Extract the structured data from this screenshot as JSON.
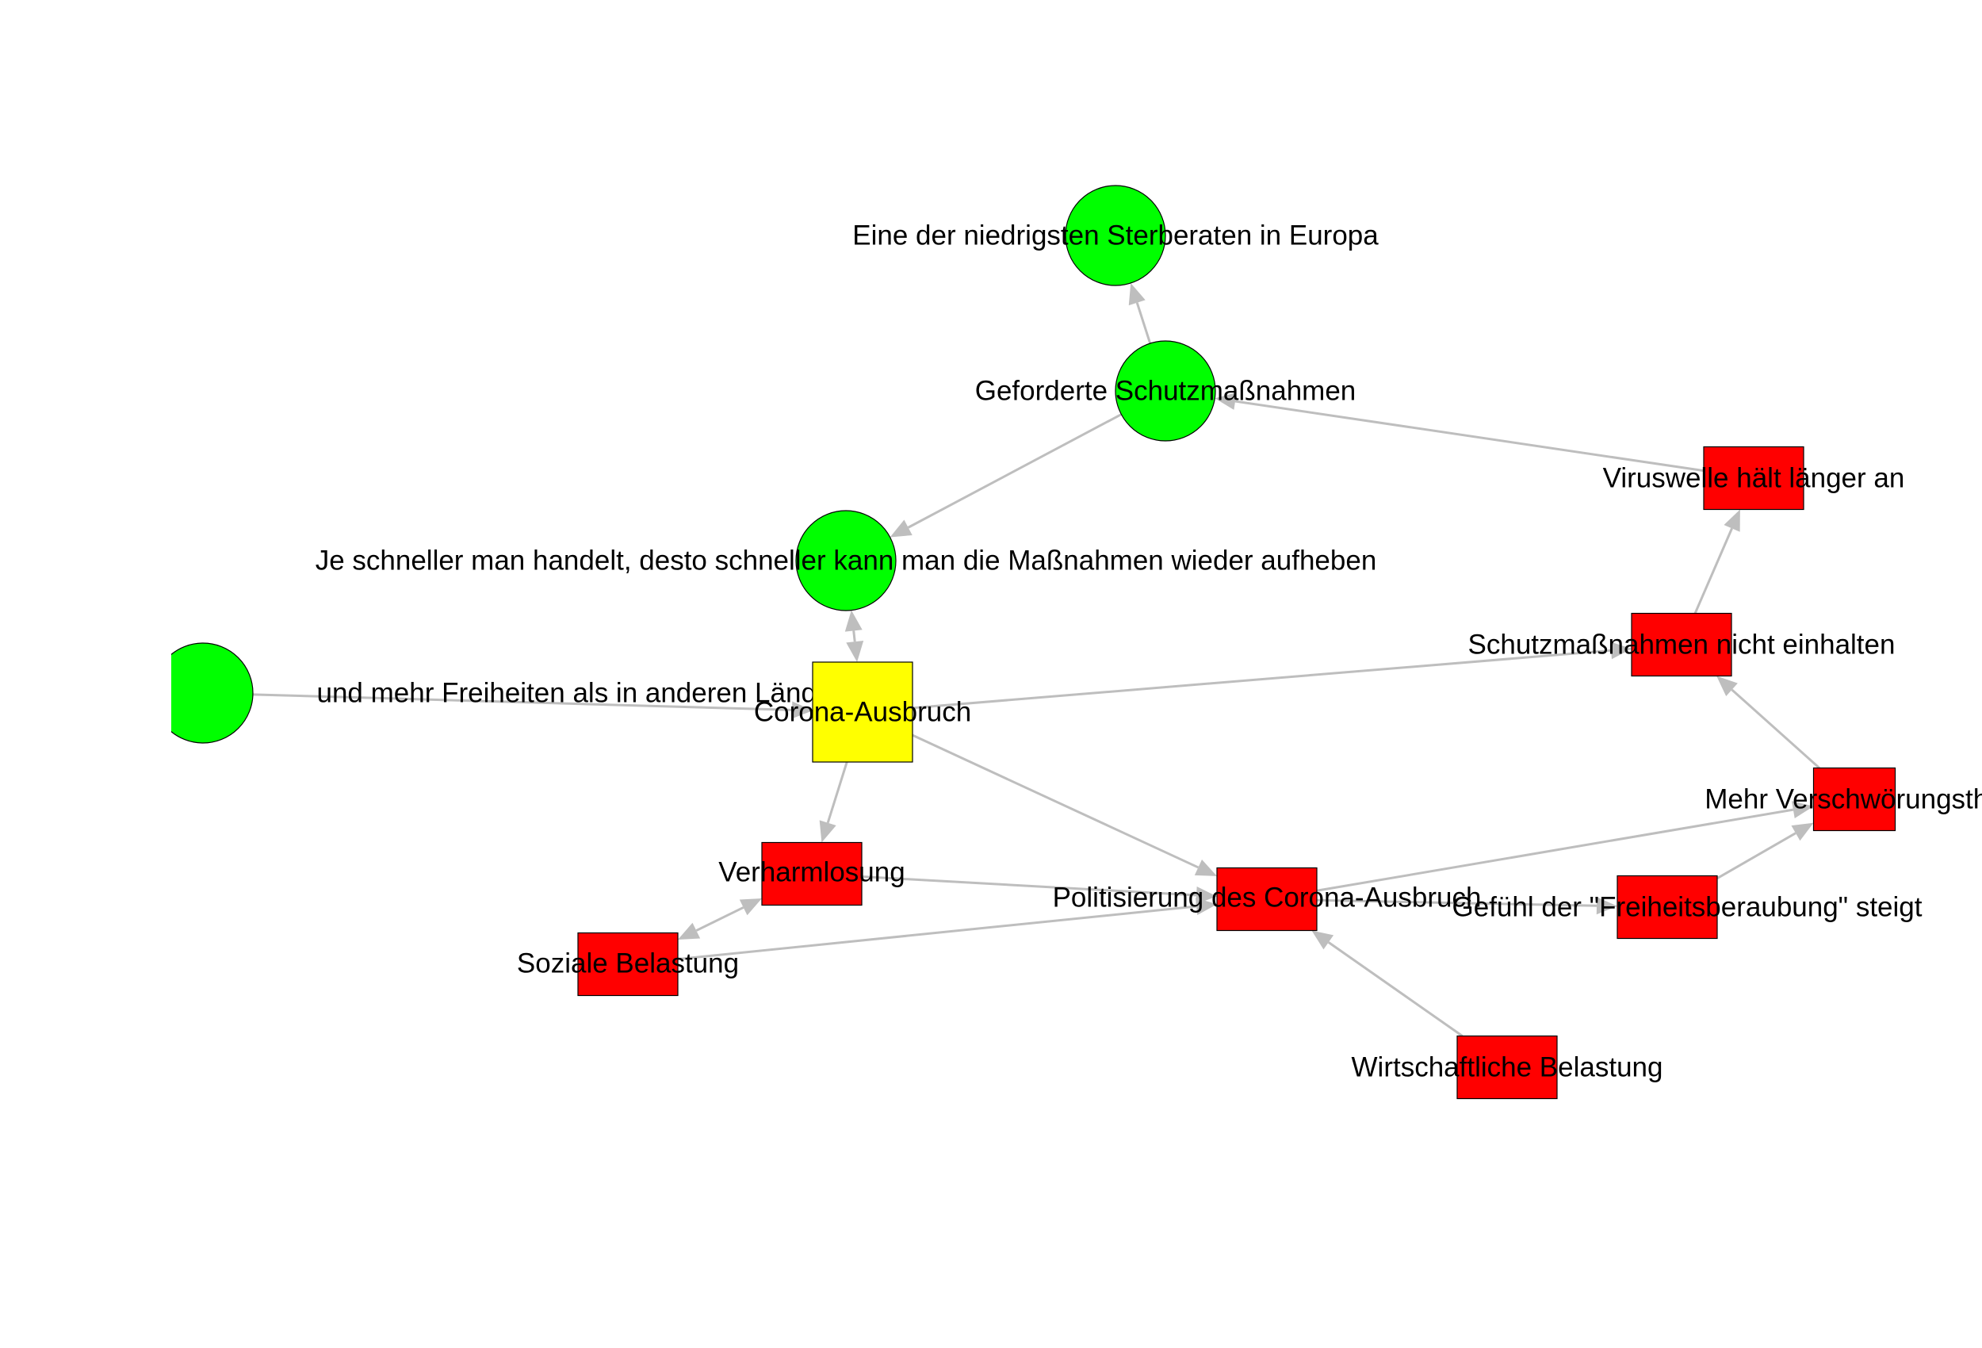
{
  "colors": {
    "positive": "#00ff00",
    "negative": "#ff0000",
    "central": "#ffff00",
    "edge": "#bebebe"
  },
  "nodes": [
    {
      "id": "sterberaten",
      "label": "Eine der niedrigsten Sterberaten in Europa",
      "shape": "circle",
      "kind": "positive"
    },
    {
      "id": "schutzmassnahmen",
      "label": "Geforderte Schutzmaßnahmen",
      "shape": "circle",
      "kind": "positive"
    },
    {
      "id": "schneller",
      "label": "Je schneller man handelt, desto schneller kann man die Maßnahmen wieder aufheben",
      "shape": "circle",
      "kind": "positive"
    },
    {
      "id": "freiheiten",
      "label": "und mehr Freiheiten als in anderen Ländern",
      "shape": "circle",
      "kind": "positive"
    },
    {
      "id": "corona",
      "label": "Corona-Ausbruch",
      "shape": "square",
      "kind": "central"
    },
    {
      "id": "viruswelle",
      "label": "Viruswelle hält länger an",
      "shape": "rect",
      "kind": "negative"
    },
    {
      "id": "nicht_einhalten",
      "label": "Schutzmaßnahmen nicht einhalten",
      "shape": "rect",
      "kind": "negative"
    },
    {
      "id": "verschwoerung",
      "label": "Mehr Verschwörungsthe",
      "shape": "rect",
      "kind": "negative"
    },
    {
      "id": "freiheitsberaubung",
      "label": "Gefühl der \"Freiheitsberaubung\" steigt",
      "shape": "rect",
      "kind": "negative"
    },
    {
      "id": "politisierung",
      "label": "Politisierung des Corona-Ausbruch",
      "shape": "rect",
      "kind": "negative"
    },
    {
      "id": "verharmlosung",
      "label": "Verharmlosung",
      "shape": "rect",
      "kind": "negative"
    },
    {
      "id": "soziale",
      "label": "Soziale Belastung",
      "shape": "rect",
      "kind": "negative"
    },
    {
      "id": "wirtschaftliche",
      "label": "Wirtschaftliche Belastung",
      "shape": "rect",
      "kind": "negative"
    }
  ],
  "edges": [
    {
      "from": "schutzmassnahmen",
      "to": "sterberaten"
    },
    {
      "from": "viruswelle",
      "to": "schutzmassnahmen"
    },
    {
      "from": "schutzmassnahmen",
      "to": "schneller"
    },
    {
      "from": "schneller",
      "to": "corona",
      "bidirectional": true
    },
    {
      "from": "freiheiten",
      "to": "corona"
    },
    {
      "from": "corona",
      "to": "nicht_einhalten"
    },
    {
      "from": "nicht_einhalten",
      "to": "viruswelle"
    },
    {
      "from": "verschwoerung",
      "to": "nicht_einhalten"
    },
    {
      "from": "freiheitsberaubung",
      "to": "verschwoerung"
    },
    {
      "from": "politisierung",
      "to": "verschwoerung"
    },
    {
      "from": "politisierung",
      "to": "freiheitsberaubung"
    },
    {
      "from": "corona",
      "to": "politisierung"
    },
    {
      "from": "corona",
      "to": "verharmlosung"
    },
    {
      "from": "verharmlosung",
      "to": "politisierung"
    },
    {
      "from": "soziale",
      "to": "politisierung"
    },
    {
      "from": "verharmlosung",
      "to": "soziale",
      "bidirectional": true
    },
    {
      "from": "wirtschaftliche",
      "to": "politisierung"
    }
  ]
}
